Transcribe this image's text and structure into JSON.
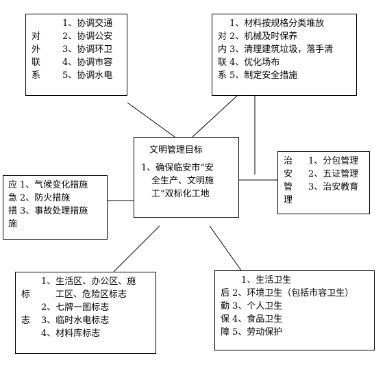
{
  "center": {
    "title": "文明管理目标",
    "line1": "1、确保临安市“安",
    "line2": "全生产、文明施",
    "line3": "工”双标化工地"
  },
  "external": {
    "category": [
      "对",
      "外",
      "联",
      "系"
    ],
    "items": [
      "1、协调交通",
      "2、协调公安",
      "3、协调环卫",
      "4、协调市容",
      "5、协调水电"
    ]
  },
  "internal": {
    "category": [
      "对",
      "内",
      "联",
      "系"
    ],
    "items": [
      "1、材料按规格分类堆放",
      "2、机械及时保养",
      "3、清理建筑垃圾，落手清",
      "4、优化场布",
      "5、制定安全措施"
    ]
  },
  "security": {
    "category": [
      "治",
      "安",
      "管",
      "理"
    ],
    "items": [
      "1、分包管理",
      "2、五证管理",
      "3、治安教育"
    ]
  },
  "emergency": {
    "category": [
      "应",
      "急",
      "措",
      "施"
    ],
    "items": [
      "1、气候变化措施",
      "2、防火措施",
      "3、事故处理措施"
    ]
  },
  "signage": {
    "category": [
      "标",
      "志"
    ],
    "items": [
      "1、生活区、办公区、施",
      "工区、危险区标志",
      "2、七牌一图标志",
      "3、临时水电标志",
      "4、材料库标志"
    ]
  },
  "logistics": {
    "category": [
      "后",
      "勤",
      "保",
      "障"
    ],
    "items": [
      "1、生活卫生",
      "2、环境卫生（包括市容卫生）",
      "3、个人卫生",
      "4、食品卫生",
      "5、劳动保护"
    ]
  }
}
